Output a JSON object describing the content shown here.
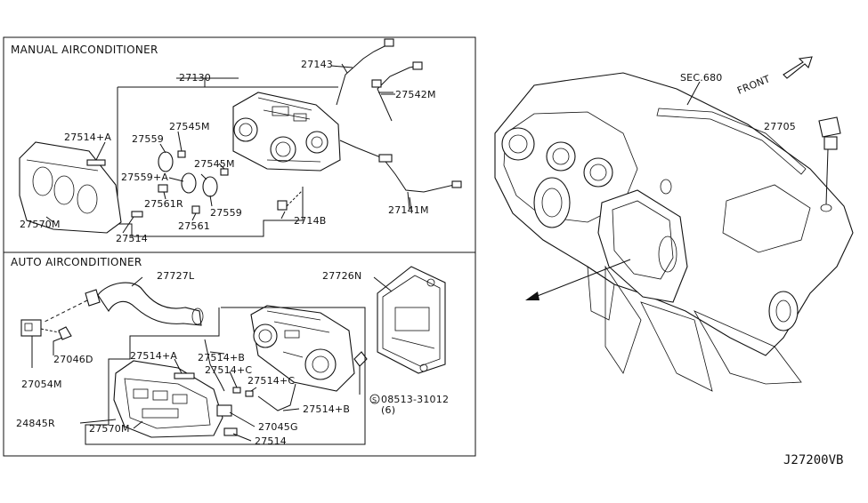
{
  "sections": {
    "manual": {
      "title": "MANUAL AIRCONDITIONER",
      "labels": {
        "p27130": "27130",
        "p27143": "27143",
        "p27542M": "27542M",
        "p27514A": "27514+A",
        "p27545M_a": "27545M",
        "p27559_a": "27559",
        "p27545M_b": "27545M",
        "p27559A": "27559+A",
        "p27561R": "27561R",
        "p27559_b": "27559",
        "p27570M": "27570M",
        "p27514": "27514",
        "p27561": "27561",
        "p2714B": "2714B",
        "p27141M": "27141M"
      }
    },
    "auto": {
      "title": "AUTO AIRCONDITIONER",
      "labels": {
        "p27727L": "27727L",
        "p27726N": "27726N",
        "p27046D": "27046D",
        "p27054M": "27054M",
        "p27514A": "27514+A",
        "p27514B_a": "27514+B",
        "p27514C_a": "27514+C",
        "p27514C_b": "27514+C",
        "p24845R": "24845R",
        "p27570M": "27570M",
        "p27514B_b": "27514+B",
        "p27045G": "27045G",
        "p27514": "27514",
        "p08513": "08513-31012",
        "p08513_qty": "(6)",
        "s_symbol": "S"
      }
    }
  },
  "vehicle": {
    "sec": "SEC.680",
    "front": "FRONT",
    "p27705": "27705"
  },
  "diagram_code": "J27200VB"
}
